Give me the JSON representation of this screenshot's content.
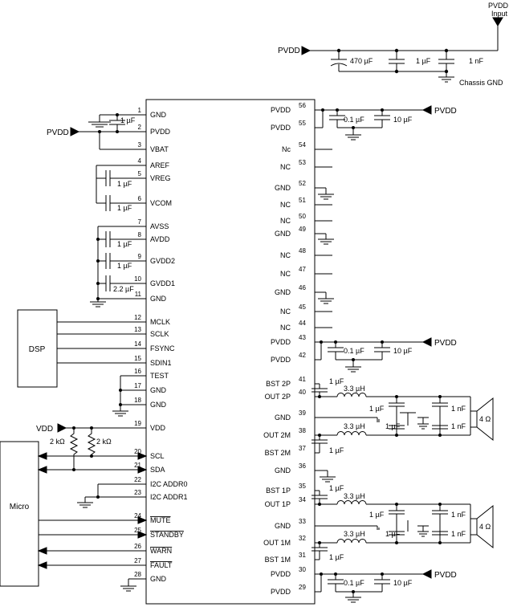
{
  "ic": {
    "left_pins": [
      {
        "n": "1",
        "name": "GND"
      },
      {
        "n": "2",
        "name": "PVDD"
      },
      {
        "n": "3",
        "name": "VBAT"
      },
      {
        "n": "4",
        "name": "AREF"
      },
      {
        "n": "5",
        "name": "VREG"
      },
      {
        "n": "6",
        "name": "VCOM"
      },
      {
        "n": "7",
        "name": "AVSS"
      },
      {
        "n": "8",
        "name": "AVDD"
      },
      {
        "n": "9",
        "name": "GVDD2"
      },
      {
        "n": "10",
        "name": "GVDD1"
      },
      {
        "n": "11",
        "name": "GND"
      },
      {
        "n": "12",
        "name": "MCLK"
      },
      {
        "n": "13",
        "name": "SCLK"
      },
      {
        "n": "14",
        "name": "FSYNC"
      },
      {
        "n": "15",
        "name": "SDIN1"
      },
      {
        "n": "16",
        "name": "TEST"
      },
      {
        "n": "17",
        "name": "GND"
      },
      {
        "n": "18",
        "name": "GND"
      },
      {
        "n": "19",
        "name": "VDD"
      },
      {
        "n": "20",
        "name": "SCL"
      },
      {
        "n": "21",
        "name": "SDA"
      },
      {
        "n": "22",
        "name": "I2C ADDR0"
      },
      {
        "n": "23",
        "name": "I2C ADDR1"
      },
      {
        "n": "24",
        "name": "MUTE"
      },
      {
        "n": "25",
        "name": "STANDBY"
      },
      {
        "n": "26",
        "name": "WARN"
      },
      {
        "n": "27",
        "name": "FAULT"
      },
      {
        "n": "28",
        "name": "GND"
      }
    ],
    "right_pins": [
      {
        "n": "56",
        "name": "PVDD"
      },
      {
        "n": "55",
        "name": "PVDD"
      },
      {
        "n": "54",
        "name": "Nc"
      },
      {
        "n": "53",
        "name": "NC"
      },
      {
        "n": "52",
        "name": "GND"
      },
      {
        "n": "51",
        "name": "NC"
      },
      {
        "n": "50",
        "name": "NC"
      },
      {
        "n": "49",
        "name": "GND"
      },
      {
        "n": "48",
        "name": "NC"
      },
      {
        "n": "47",
        "name": "NC"
      },
      {
        "n": "46",
        "name": "GND"
      },
      {
        "n": "45",
        "name": "NC"
      },
      {
        "n": "44",
        "name": "NC"
      },
      {
        "n": "43",
        "name": "PVDD"
      },
      {
        "n": "42",
        "name": "PVDD"
      },
      {
        "n": "41",
        "name": "BST 2P"
      },
      {
        "n": "40",
        "name": "OUT 2P"
      },
      {
        "n": "39",
        "name": "GND"
      },
      {
        "n": "38",
        "name": "OUT 2M"
      },
      {
        "n": "37",
        "name": "BST 2M"
      },
      {
        "n": "36",
        "name": "GND"
      },
      {
        "n": "35",
        "name": "BST 1P"
      },
      {
        "n": "34",
        "name": "OUT 1P"
      },
      {
        "n": "33",
        "name": "GND"
      },
      {
        "n": "32",
        "name": "OUT 1M"
      },
      {
        "n": "31",
        "name": "BST 1M"
      },
      {
        "n": "30",
        "name": "PVDD"
      },
      {
        "n": "29",
        "name": "PVDD"
      }
    ]
  },
  "blocks": {
    "dsp": "DSP",
    "micro": "Micro"
  },
  "nets": {
    "pvdd": "PVDD",
    "vdd": "VDD",
    "pvdd_input_line1": "PVDD",
    "pvdd_input_line2": "Input",
    "chassis_gnd": "Chassis GND"
  },
  "values": {
    "c_470u": "470 µF",
    "c_1u": "1 µF",
    "c_1n": "1 nF",
    "c_0u1": "0.1 µF",
    "c_10u": "10 µF",
    "c_2u2": "2.2 µF",
    "l_3u3": "3.3 µH",
    "r_2k": "2 kΩ",
    "spk": "4 Ω"
  }
}
